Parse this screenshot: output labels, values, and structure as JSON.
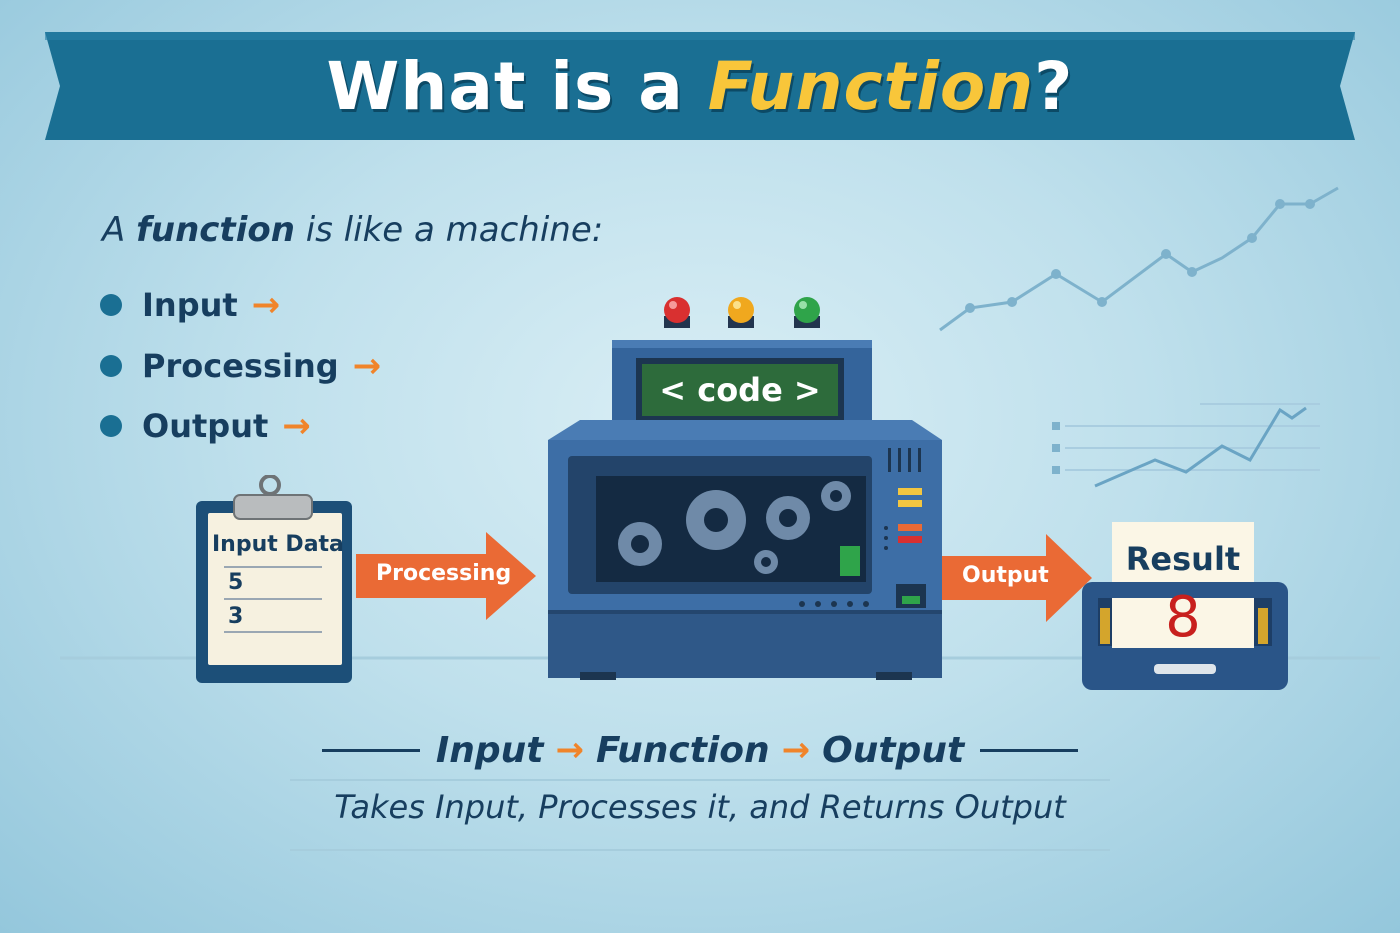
{
  "title": {
    "prefix": "What is a ",
    "highlight": "Function",
    "suffix": "?"
  },
  "subtitle": {
    "lead": "A ",
    "bold": "function",
    "rest": " is like a machine:"
  },
  "bullets": [
    {
      "label": "Input",
      "arrow": "→"
    },
    {
      "label": "Processing",
      "arrow": "→"
    },
    {
      "label": "Output",
      "arrow": "→"
    }
  ],
  "clipboard": {
    "title": "Input Data",
    "values": [
      "5",
      "3"
    ]
  },
  "arrows": {
    "processing": "Processing",
    "output": "Output"
  },
  "machine": {
    "screen_text": "< code >",
    "lights": [
      "#d93030",
      "#f0a81e",
      "#2fa44a"
    ]
  },
  "result": {
    "label": "Result",
    "value": "8"
  },
  "flow": {
    "input": "Input",
    "function": "Function",
    "output": "Output",
    "arrow": "→"
  },
  "tagline": "Takes Input, Processes it, and Returns Output",
  "colors": {
    "banner": "#1a6f93",
    "accent": "#f8c63a",
    "arrow": "#ea6a35",
    "text": "#173e5f",
    "machine": "#3d6ea6"
  }
}
